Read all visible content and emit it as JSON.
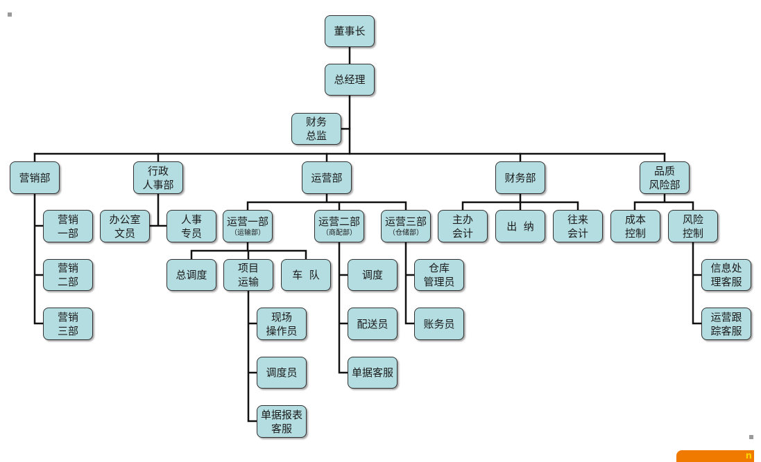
{
  "nodes": {
    "chairman": {
      "lines": [
        "董事长"
      ]
    },
    "gm": {
      "lines": [
        "总经理"
      ]
    },
    "cfo": {
      "lines": [
        "财务",
        "总监"
      ]
    },
    "sales": {
      "lines": [
        "营销部"
      ]
    },
    "admin_hr": {
      "lines": [
        "行政",
        "人事部"
      ]
    },
    "operations": {
      "lines": [
        "运营部"
      ]
    },
    "finance": {
      "lines": [
        "财务部"
      ]
    },
    "quality_risk": {
      "lines": [
        "品质",
        "风险部"
      ]
    },
    "sales1": {
      "lines": [
        "营销",
        "一部"
      ]
    },
    "sales2": {
      "lines": [
        "营销",
        "二部"
      ]
    },
    "sales3": {
      "lines": [
        "营销",
        "三部"
      ]
    },
    "office_clerk": {
      "lines": [
        "办公室",
        "文员"
      ]
    },
    "hr_specialist": {
      "lines": [
        "人事",
        "专员"
      ]
    },
    "ops1": {
      "lines": [
        "运营一部"
      ],
      "sub": "（运输部）"
    },
    "ops2": {
      "lines": [
        "运营二部"
      ],
      "sub": "（商配部）"
    },
    "ops3": {
      "lines": [
        "运营三部"
      ],
      "sub": "（仓储部）"
    },
    "chief_dispatch": {
      "lines": [
        "总调度"
      ]
    },
    "project_transport": {
      "lines": [
        "项目",
        "运输"
      ]
    },
    "fleet": {
      "lines": [
        "车  队"
      ]
    },
    "onsite_operator": {
      "lines": [
        "现场",
        "操作员"
      ]
    },
    "dispatcher": {
      "lines": [
        "调度员"
      ]
    },
    "report_cs1": {
      "lines": [
        "单据报表",
        "客服"
      ]
    },
    "dispatch": {
      "lines": [
        "调度"
      ]
    },
    "delivery": {
      "lines": [
        "配送员"
      ]
    },
    "doc_cs": {
      "lines": [
        "单据客服"
      ]
    },
    "warehouse_manager": {
      "lines": [
        "仓库",
        "管理员"
      ]
    },
    "accounts_clerk": {
      "lines": [
        "账务员"
      ]
    },
    "chief_accountant": {
      "lines": [
        "主办",
        "会计"
      ]
    },
    "cashier": {
      "lines": [
        "出  纳"
      ]
    },
    "ar_ap_accountant": {
      "lines": [
        "往来",
        "会计"
      ]
    },
    "cost_control": {
      "lines": [
        "成本",
        "控制"
      ]
    },
    "risk_control": {
      "lines": [
        "风险",
        "控制"
      ]
    },
    "info_cs": {
      "lines": [
        "信息处",
        "理客服"
      ]
    },
    "ops_tracking_cs": {
      "lines": [
        "运营跟",
        "踪客服"
      ]
    }
  },
  "edges": [
    [
      "chairman",
      "gm"
    ],
    [
      "gm",
      "cfo"
    ],
    [
      "gm",
      "sales"
    ],
    [
      "gm",
      "admin_hr"
    ],
    [
      "gm",
      "operations"
    ],
    [
      "gm",
      "finance"
    ],
    [
      "gm",
      "quality_risk"
    ],
    [
      "sales",
      "sales1"
    ],
    [
      "sales",
      "sales2"
    ],
    [
      "sales",
      "sales3"
    ],
    [
      "admin_hr",
      "office_clerk"
    ],
    [
      "admin_hr",
      "hr_specialist"
    ],
    [
      "operations",
      "ops1"
    ],
    [
      "operations",
      "ops2"
    ],
    [
      "operations",
      "ops3"
    ],
    [
      "ops1",
      "chief_dispatch"
    ],
    [
      "ops1",
      "project_transport"
    ],
    [
      "ops1",
      "fleet"
    ],
    [
      "project_transport",
      "onsite_operator"
    ],
    [
      "project_transport",
      "dispatcher"
    ],
    [
      "project_transport",
      "report_cs1"
    ],
    [
      "ops2",
      "dispatch"
    ],
    [
      "ops2",
      "delivery"
    ],
    [
      "ops2",
      "doc_cs"
    ],
    [
      "ops3",
      "warehouse_manager"
    ],
    [
      "ops3",
      "accounts_clerk"
    ],
    [
      "finance",
      "chief_accountant"
    ],
    [
      "finance",
      "cashier"
    ],
    [
      "finance",
      "ar_ap_accountant"
    ],
    [
      "quality_risk",
      "cost_control"
    ],
    [
      "quality_risk",
      "risk_control"
    ],
    [
      "risk_control",
      "info_cs"
    ],
    [
      "risk_control",
      "ops_tracking_cs"
    ]
  ],
  "corner_badge": "n"
}
